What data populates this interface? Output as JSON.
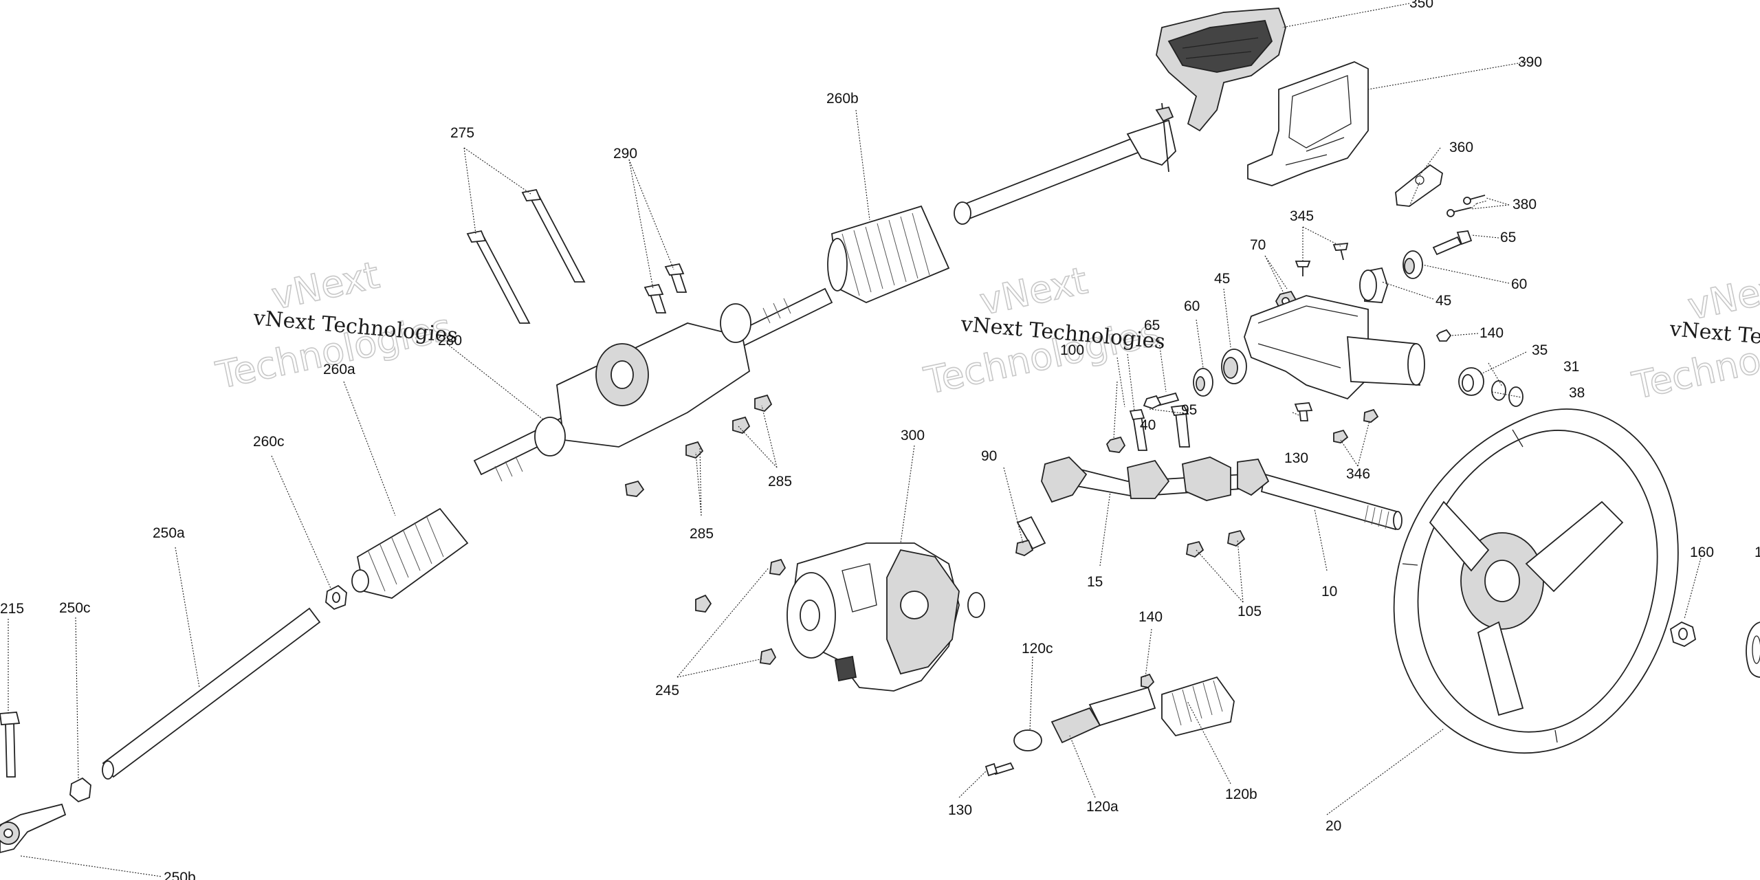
{
  "watermark": {
    "text": "vNext Technologies",
    "ghost_top": "vNext",
    "ghost_bottom": "Technologies"
  },
  "callouts": {
    "c350": "350",
    "c390": "390",
    "c360": "360",
    "c380": "380",
    "c345": "345",
    "c70": "70",
    "c65a": "65",
    "c65b": "65",
    "c60a": "60",
    "c60b": "60",
    "c45a": "45",
    "c45b": "45",
    "c140a": "140",
    "c140b": "140",
    "c35": "35",
    "c31": "31",
    "c38": "38",
    "c40": "40",
    "c95": "95",
    "c100": "100",
    "c130a": "130",
    "c130b": "130",
    "c346": "346",
    "c90": "90",
    "c15": "15",
    "c10": "10",
    "c105": "105",
    "c20": "20",
    "c160": "160",
    "c1edge": "1",
    "c120a": "120a",
    "c120b": "120b",
    "c120c": "120c",
    "c300": "300",
    "c245": "245",
    "c285a": "285",
    "c285b": "285",
    "c290": "290",
    "c275": "275",
    "c260a": "260a",
    "c260b": "260b",
    "c260c": "260c",
    "c250a": "250a",
    "c250b": "250b",
    "c250c": "250c",
    "c215": "215",
    "c280": "280"
  }
}
